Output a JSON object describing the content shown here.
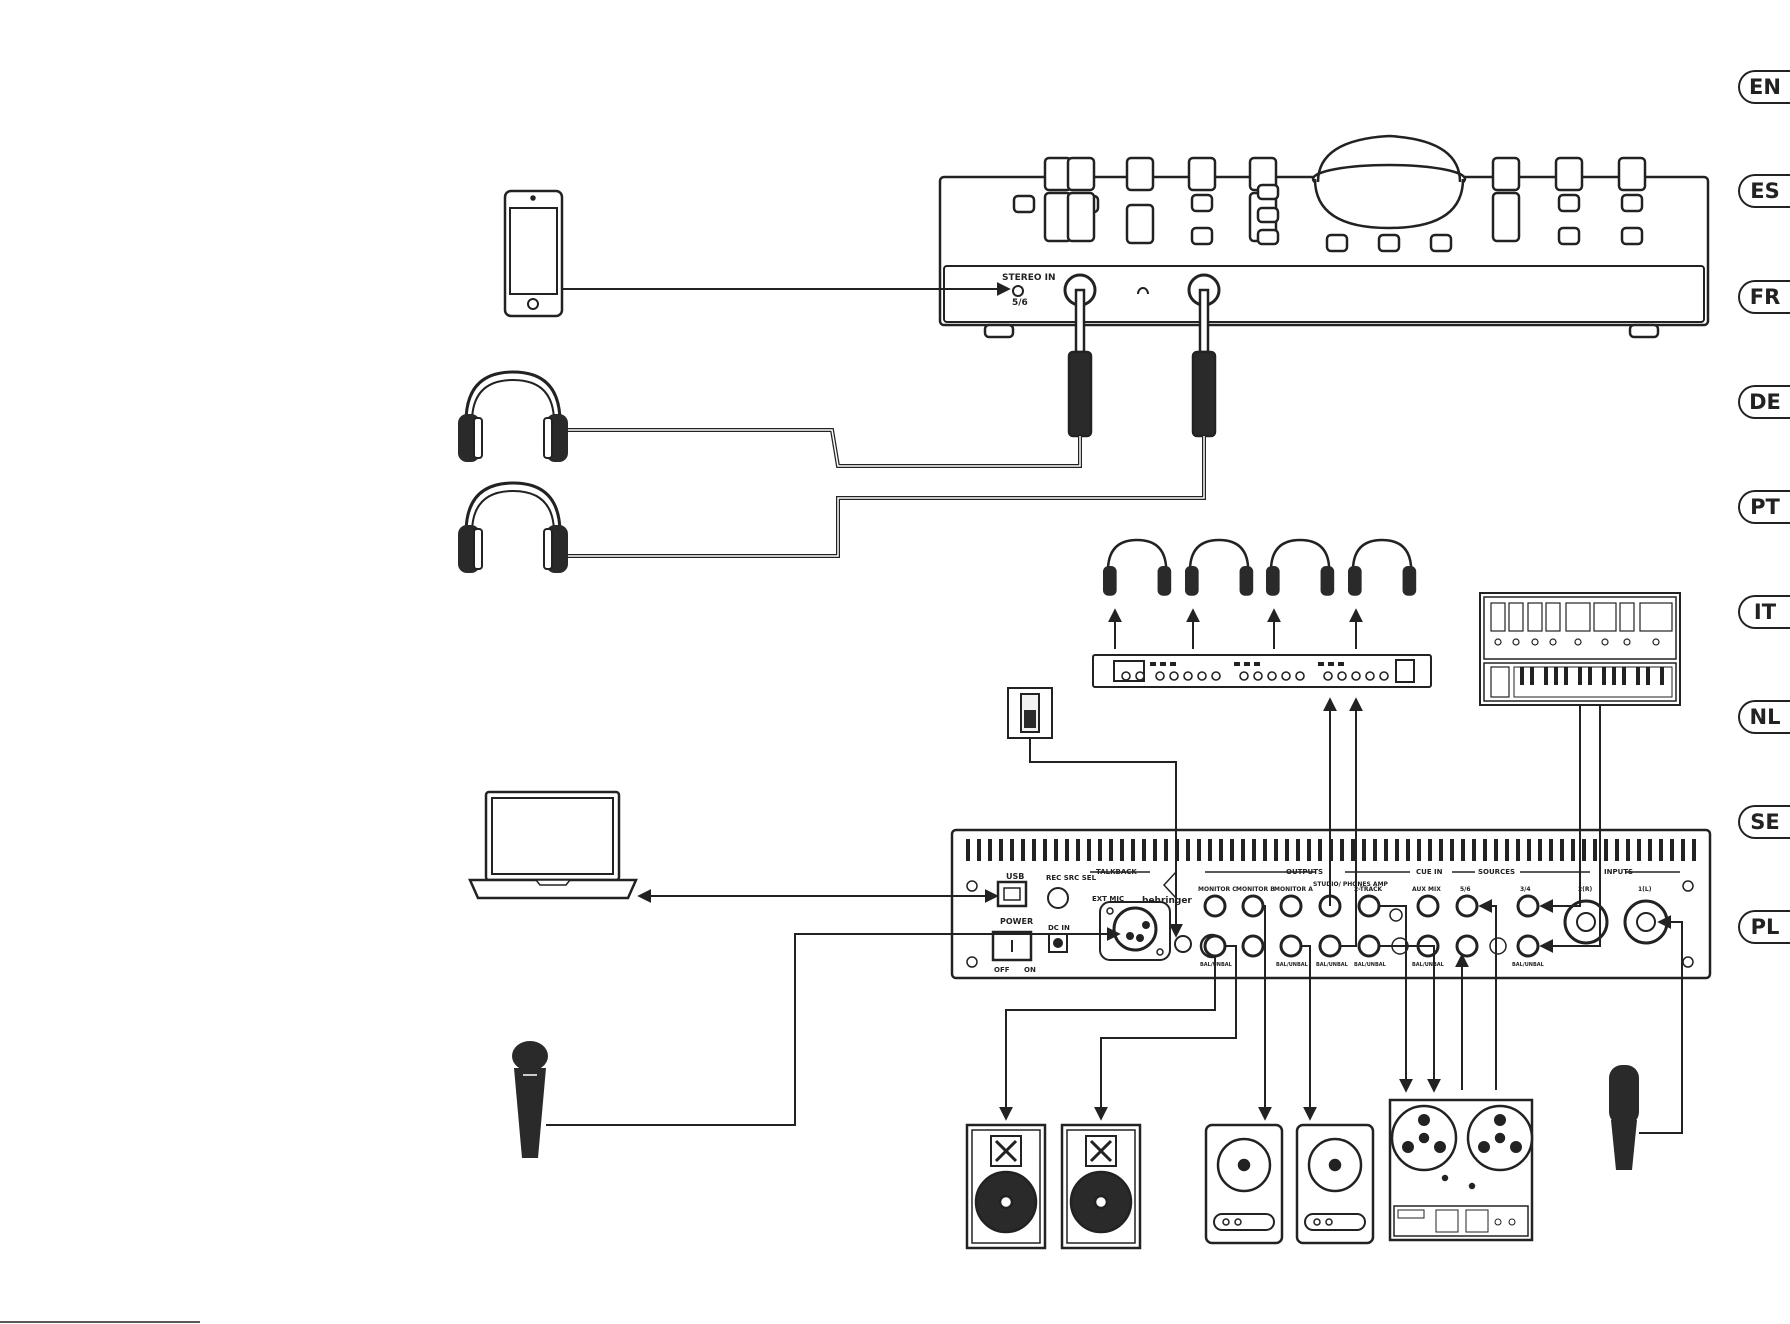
{
  "languages": [
    "EN",
    "ES",
    "FR",
    "DE",
    "PT",
    "IT",
    "NL",
    "SE",
    "PL"
  ],
  "front_panel": {
    "stereo_in": "STEREO IN",
    "stereo_in_channels": "5/6"
  },
  "rear_panel": {
    "usb": "USB",
    "power": "POWER",
    "off": "OFF",
    "on": "ON",
    "rec_src_sel": "REC\nSRC SEL",
    "dc_in": "DC IN",
    "talkback": "TALKBACK",
    "ext_mic": "EXT MIC",
    "brand": "behringer",
    "outputs": "OUTPUTS",
    "monitor_c": "MONITOR C",
    "monitor_b": "MONITOR B",
    "monitor_a": "MONITOR A",
    "studio_phones_amp": "STUDIO/\nPHONES AMP",
    "two_track": "2-TRACK",
    "cue_in": "CUE IN",
    "aux_mix": "AUX MIX",
    "sources": "SOURCES",
    "src_56": "5/6",
    "src_34": "3/4",
    "inputs": "INPUTS",
    "in_2r": "2(R)",
    "in_1l": "1(L)",
    "bal_unbal": "BAL/UNBAL"
  },
  "colors": {
    "line": "#222222",
    "dark_fill": "#2a2a2a",
    "light_fill": "#f2f2f2"
  }
}
